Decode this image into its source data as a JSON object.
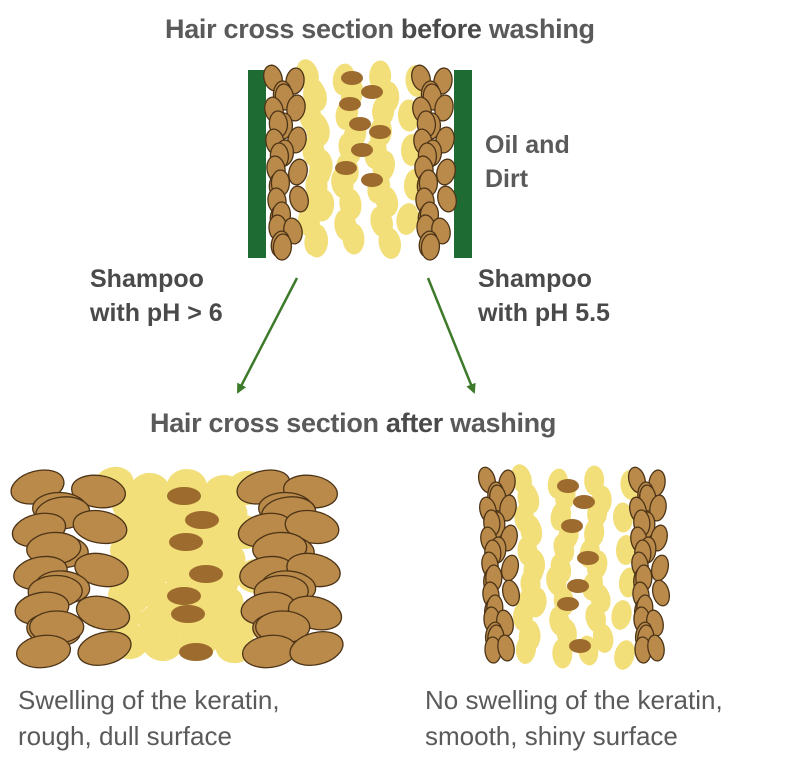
{
  "title_before": {
    "prefix": "Hair cross section ",
    "bold": "before",
    "suffix": " washing"
  },
  "title_after": {
    "prefix": "Hair cross section ",
    "bold": "after",
    "suffix": "  washing"
  },
  "oil_label": {
    "line1": "Oil and",
    "line2": "Dirt"
  },
  "left_branch": {
    "line1": "Shampoo",
    "line2": "with pH > 6"
  },
  "right_branch": {
    "line1": "Shampoo",
    "line2": "with pH 5.5"
  },
  "left_result": {
    "line1": "Swelling of the keratin,",
    "line2": "rough, dull surface"
  },
  "right_result": {
    "line1": "No swelling of the keratin,",
    "line2": "smooth, shiny surface"
  },
  "colors": {
    "cuticle": "#b98a4a",
    "cuticle_stroke": "#4d3417",
    "cortex": "#f2df7a",
    "medulla": "#9c6b2d",
    "oil": "#1f6b34",
    "oil_text": "#1f6b34",
    "arrow": "#3d7a2a"
  }
}
